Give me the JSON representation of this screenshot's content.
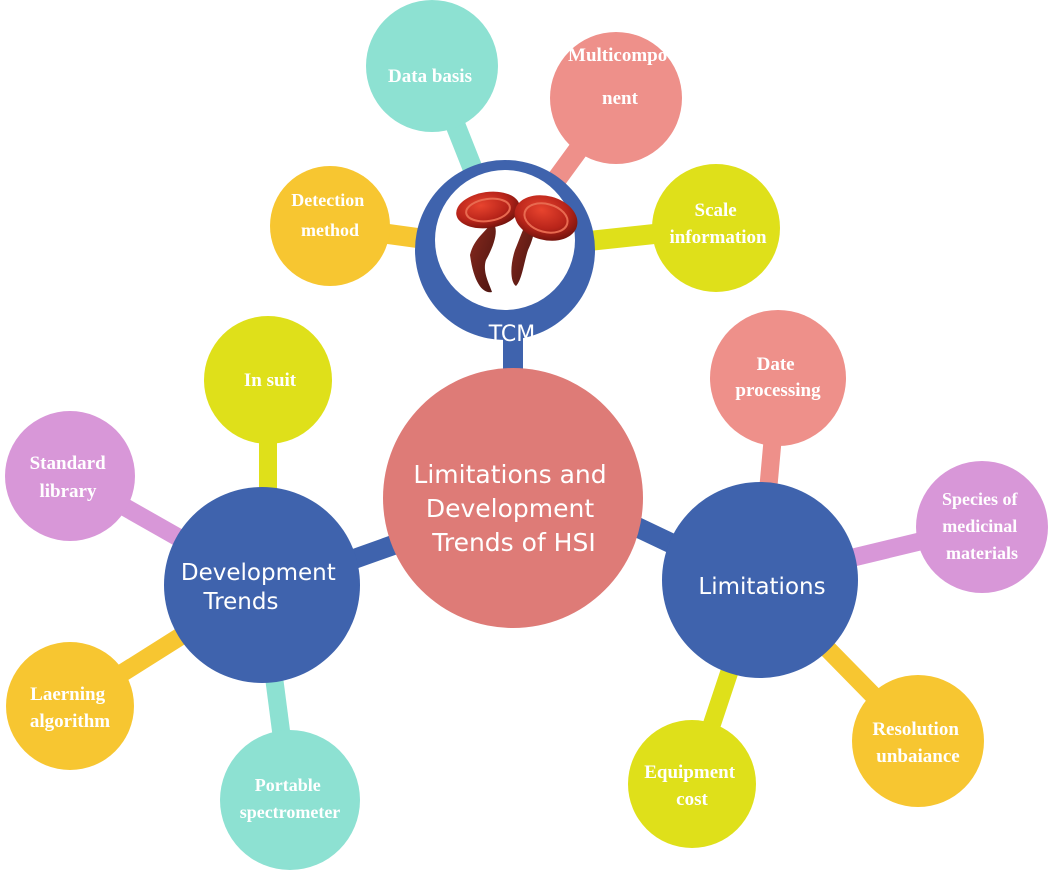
{
  "center": {
    "lines": [
      "Limitations and",
      "Development",
      "Trends of HSI"
    ],
    "color": "#de7b77"
  },
  "hubs": {
    "tcm": {
      "label": "TCM",
      "color": "#3f63ad",
      "inner": "#ffffff"
    },
    "development": {
      "lines": [
        "Development",
        "Trends"
      ],
      "color": "#3f63ad"
    },
    "limitations": {
      "lines": [
        "Limitations"
      ],
      "color": "#3f63ad"
    }
  },
  "tcm_leaves": {
    "data_basis": {
      "lines": [
        "Data basis"
      ],
      "color": "#8de1d2"
    },
    "multicomponent": {
      "lines": [
        "Multicompo",
        "nent"
      ],
      "color": "#ee908a"
    },
    "detection_method": {
      "lines": [
        "Detection",
        "method"
      ],
      "color": "#f7c631"
    },
    "scale_information": {
      "lines": [
        "Scale",
        "information"
      ],
      "color": "#dfe01a"
    }
  },
  "development_leaves": {
    "in_suit": {
      "lines": [
        "In suit"
      ],
      "color": "#dfe01a"
    },
    "standard_library": {
      "lines": [
        "Standard",
        "library"
      ],
      "color": "#d897d8"
    },
    "laerning_algorithm": {
      "lines": [
        "Laerning",
        "algorithm"
      ],
      "color": "#f7c631"
    },
    "portable_spectrometer": {
      "lines": [
        "Portable",
        "spectrometer"
      ],
      "color": "#8de1d2"
    }
  },
  "limitations_leaves": {
    "date_processing": {
      "lines": [
        "Date",
        "processing"
      ],
      "color": "#ee908a"
    },
    "species": {
      "lines": [
        "Species of",
        "medicinal",
        "materials"
      ],
      "color": "#d897d8"
    },
    "resolution": {
      "lines": [
        "Resolution",
        "unbaiance"
      ],
      "color": "#f7c631"
    },
    "equipment_cost": {
      "lines": [
        "Equipment",
        "cost"
      ],
      "color": "#dfe01a"
    }
  },
  "icons": {
    "tcm_image": "mushroom-icon"
  }
}
